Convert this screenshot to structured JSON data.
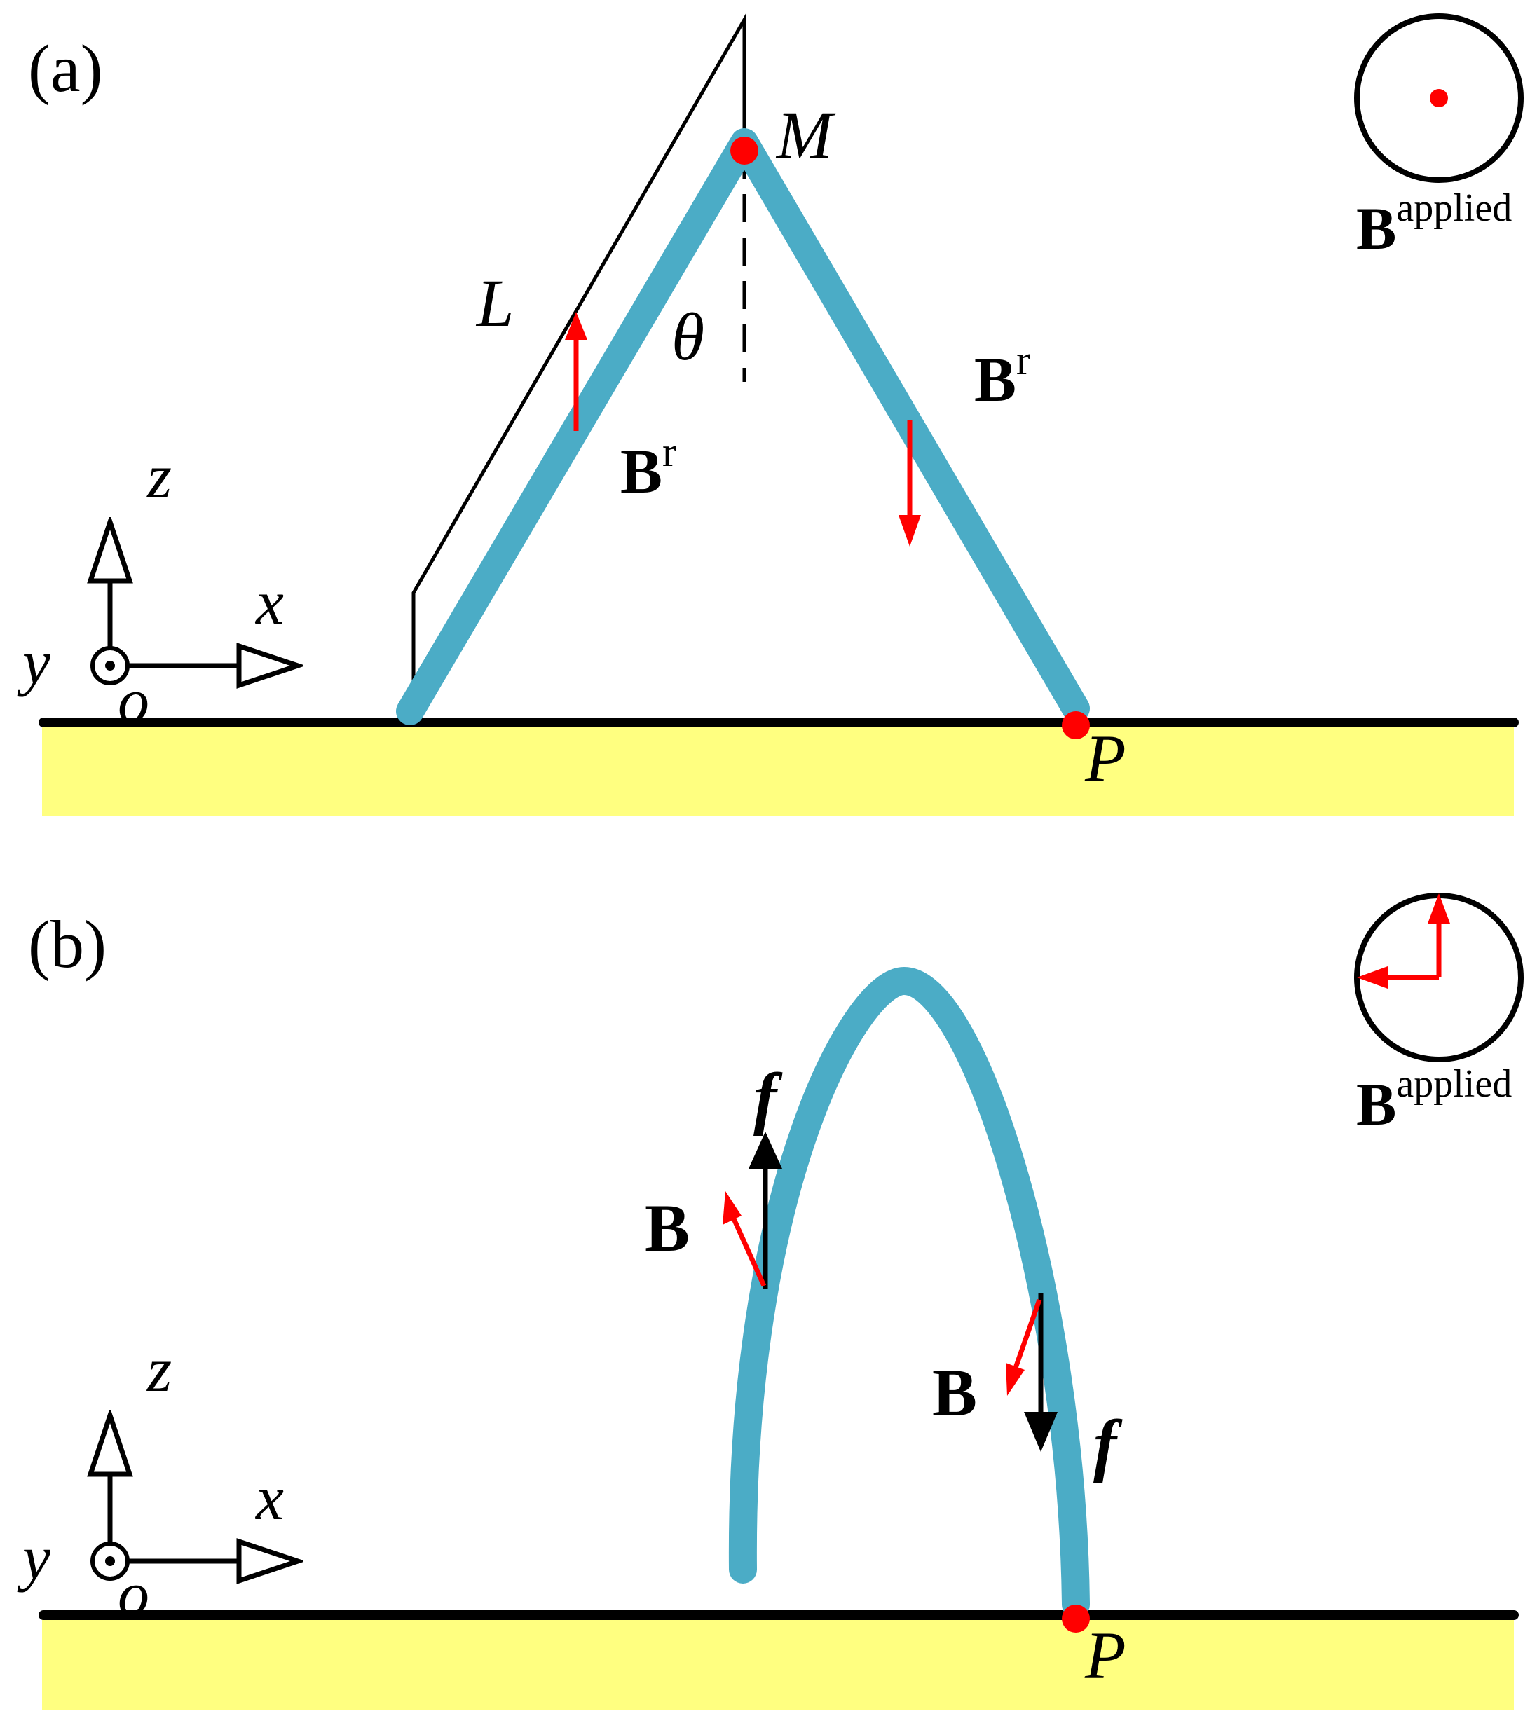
{
  "panel_a": {
    "label": "(a)",
    "point_m": "M",
    "point_p": "P",
    "length_label": "L",
    "angle_label": "θ",
    "br_left": {
      "base": "B",
      "sup": "r"
    },
    "br_right": {
      "base": "B",
      "sup": "r"
    },
    "field": {
      "base": "B",
      "sup": "applied"
    },
    "axes": {
      "z": "z",
      "x": "x",
      "y": "y",
      "o": "o"
    }
  },
  "panel_b": {
    "label": "(b)",
    "point_p": "P",
    "b_left": "B",
    "b_right": "B",
    "f_left": "f",
    "f_right": "f",
    "field": {
      "base": "B",
      "sup": "applied"
    },
    "axes": {
      "z": "z",
      "x": "x",
      "y": "y",
      "o": "o"
    }
  },
  "colors": {
    "beam": "#4bacc6",
    "substrate": "#ffff80",
    "magnetization_arrow": "#ff0000",
    "point_marker": "#ff0000",
    "line": "#000000"
  }
}
